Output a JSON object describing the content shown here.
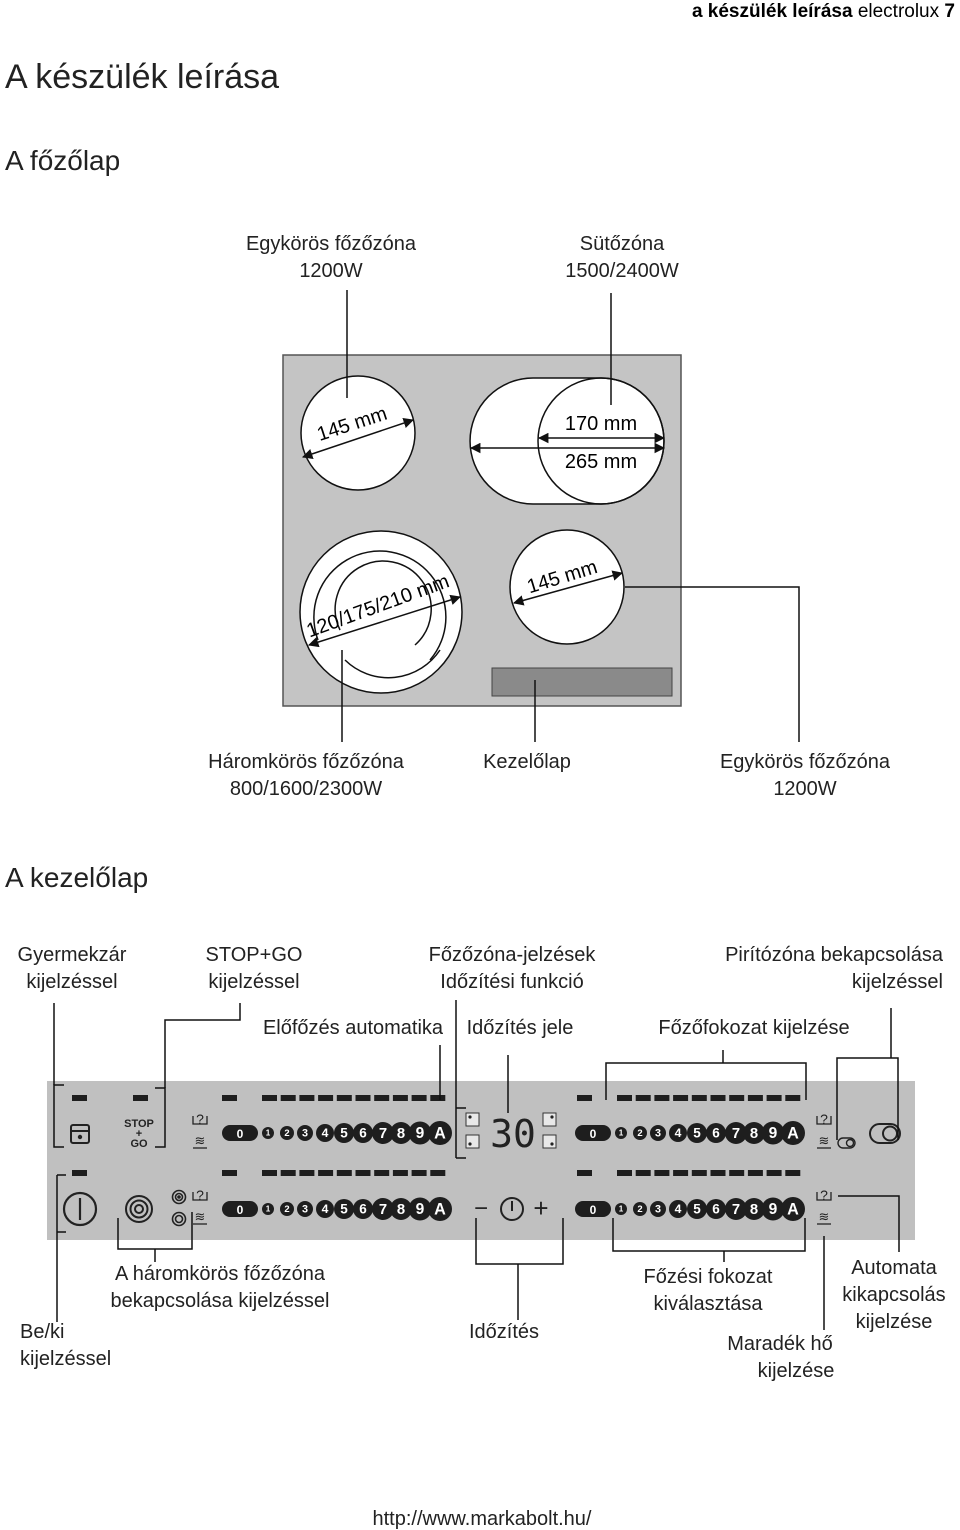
{
  "header": {
    "section": "a készülék leírása",
    "brand": "electrolux",
    "page": "7"
  },
  "title": "A készülék leírása",
  "hob_section": {
    "heading": "A főzőlap",
    "labels": {
      "top_left": [
        "Egykörös főzőzóna",
        "1200W"
      ],
      "top_right": [
        "Sütőzóna",
        "1500/2400W"
      ],
      "bottom_left": [
        "Háromkörös főzőzóna",
        "800/1600/2300W"
      ],
      "bottom_center": [
        "Kezelőlap"
      ],
      "bottom_right": [
        "Egykörös főzőzóna",
        "1200W"
      ]
    },
    "dimensions": {
      "top_left": "145 mm",
      "top_right_small": "170 mm",
      "top_right_large": "265 mm",
      "bottom_left": "120/175/210 mm",
      "bottom_right": "145 mm"
    }
  },
  "panel_section": {
    "heading": "A kezelőlap",
    "top_labels": {
      "child_lock": [
        "Gyermekzár",
        "kijelzéssel"
      ],
      "stop_go": [
        "STOP+GO",
        "kijelzéssel"
      ],
      "zone_timer": [
        "Főzőzóna-jelzések",
        "Időzítési funkció"
      ],
      "warming": [
        "Pirítózóna bekapcsolása",
        "kijelzéssel"
      ],
      "preheat": "Előfőzés automatika",
      "timer_sign": "Időzítés jele",
      "level_display": "Főzőfokozat kijelzése"
    },
    "bottom_labels": {
      "onoff": [
        "Be/ki",
        "kijelzéssel"
      ],
      "triple_zone": [
        "A háromkörös főzőzóna",
        "bekapcsolása kijelzéssel"
      ],
      "timer": "Időzítés",
      "level_select": [
        "Főzési fokozat",
        "kiválasztása"
      ],
      "residual_heat": [
        "Maradék hő",
        "kijelzése"
      ],
      "auto_off": [
        "Automata",
        "kikapcsolás",
        "kijelzése"
      ]
    },
    "controls": {
      "stop_go": [
        "STOP",
        "+",
        "GO"
      ],
      "timer_value": "30",
      "minus": "−",
      "plus": "+",
      "help_glyph": "?",
      "heat_glyph": "≋",
      "scale_levels": [
        "0",
        "1",
        "2",
        "3",
        "4",
        "5",
        "6",
        "7",
        "8",
        "9",
        "A"
      ]
    }
  },
  "footer": {
    "url": "http://www.markabolt.hu/"
  }
}
